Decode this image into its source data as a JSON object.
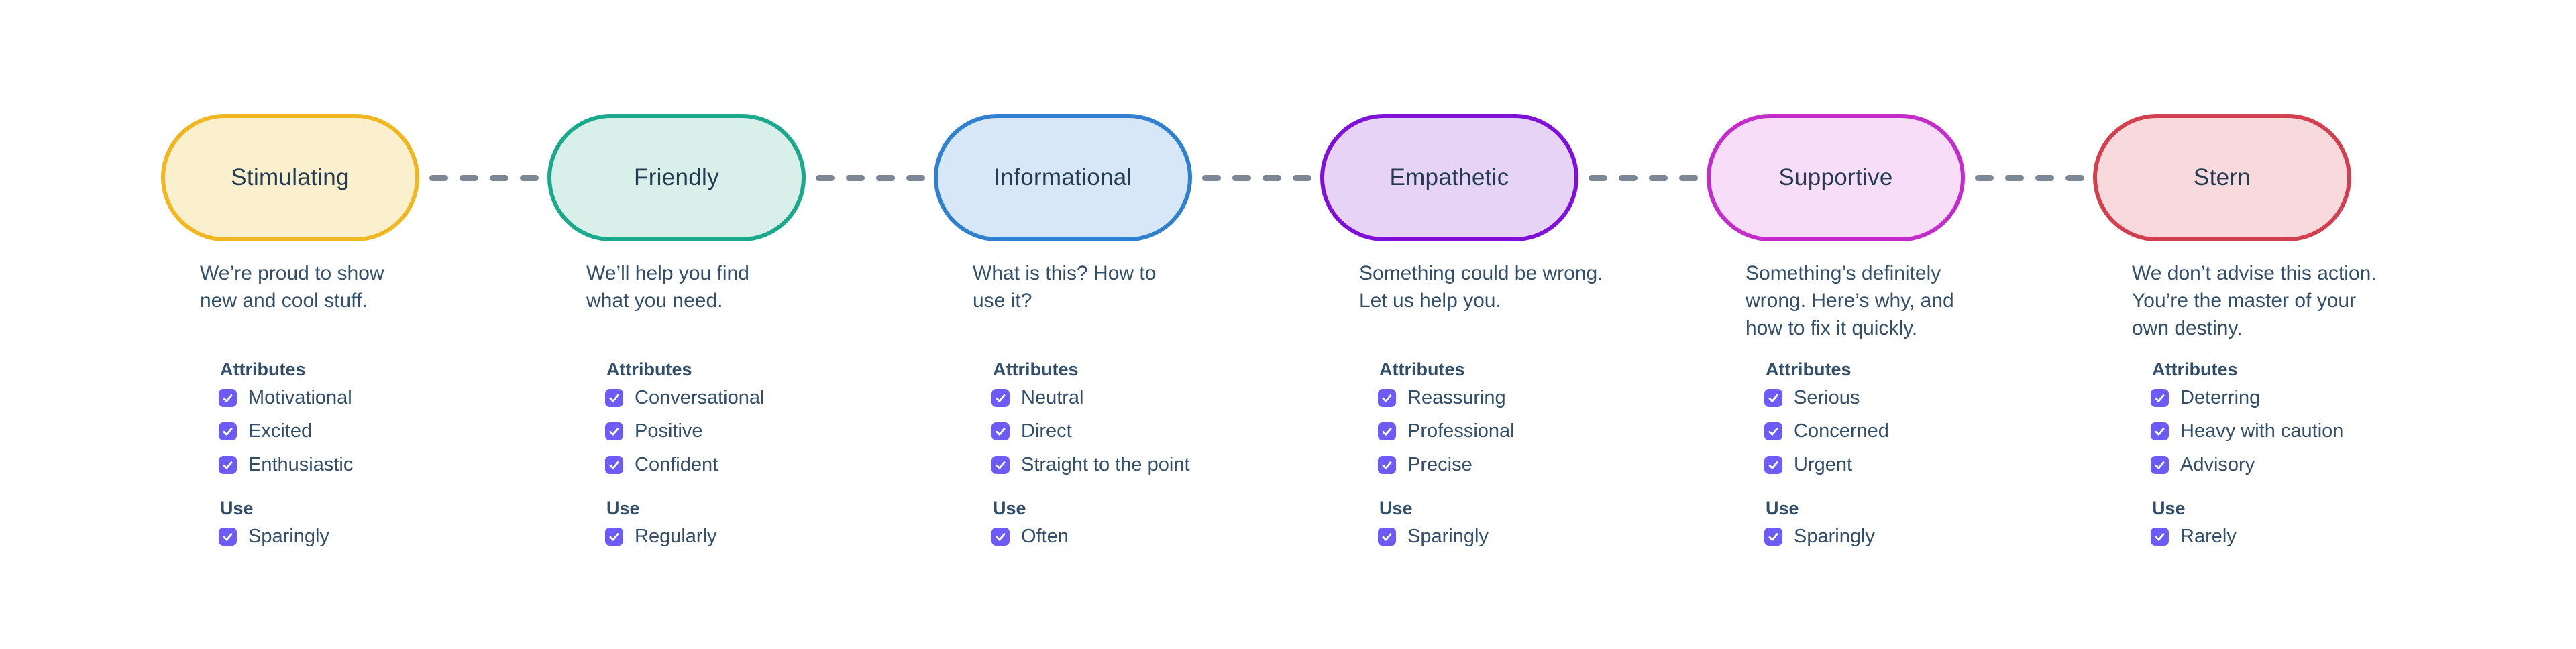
{
  "diagram": {
    "background_color": "#FFFFFF",
    "connector_color": "#7B8794",
    "checkbox_color": "#6C5BF4",
    "attributes_heading": "Attributes",
    "use_heading": "Use",
    "tones": [
      {
        "label": "Stimulating",
        "border_color": "#F1B722",
        "fill_color": "#FBF0CD",
        "description": "We’re proud to show\nnew and cool stuff.",
        "attributes": [
          "Motivational",
          "Excited",
          "Enthusiastic"
        ],
        "use": "Sparingly"
      },
      {
        "label": "Friendly",
        "border_color": "#1AA98C",
        "fill_color": "#D8F0E9",
        "description": "We’ll help you find\nwhat you need.",
        "attributes": [
          "Conversational",
          "Positive",
          "Confident"
        ],
        "use": "Regularly"
      },
      {
        "label": "Informational",
        "border_color": "#2F80CE",
        "fill_color": "#D8E7F7",
        "description": "What is this? How to\nuse it?",
        "attributes": [
          "Neutral",
          "Direct",
          "Straight to the point"
        ],
        "use": "Often"
      },
      {
        "label": "Empathetic",
        "border_color": "#7E10D8",
        "fill_color": "#E6D3F6",
        "description": "Something could be wrong.\nLet us help you.",
        "attributes": [
          "Reassuring",
          "Professional",
          "Precise"
        ],
        "use": "Sparingly"
      },
      {
        "label": "Supportive",
        "border_color": "#C32BCA",
        "fill_color": "#F7DDF8",
        "description": "Something’s definitely\nwrong. Here’s why, and\nhow to fix it quickly.",
        "attributes": [
          "Serious",
          "Concerned",
          "Urgent"
        ],
        "use": "Sparingly"
      },
      {
        "label": "Stern",
        "border_color": "#D23F4F",
        "fill_color": "#F8DADC",
        "description": "We don’t advise this action.\nYou’re the master of your\nown destiny.",
        "attributes": [
          "Deterring",
          "Heavy with caution",
          "Advisory"
        ],
        "use": "Rarely"
      }
    ]
  }
}
